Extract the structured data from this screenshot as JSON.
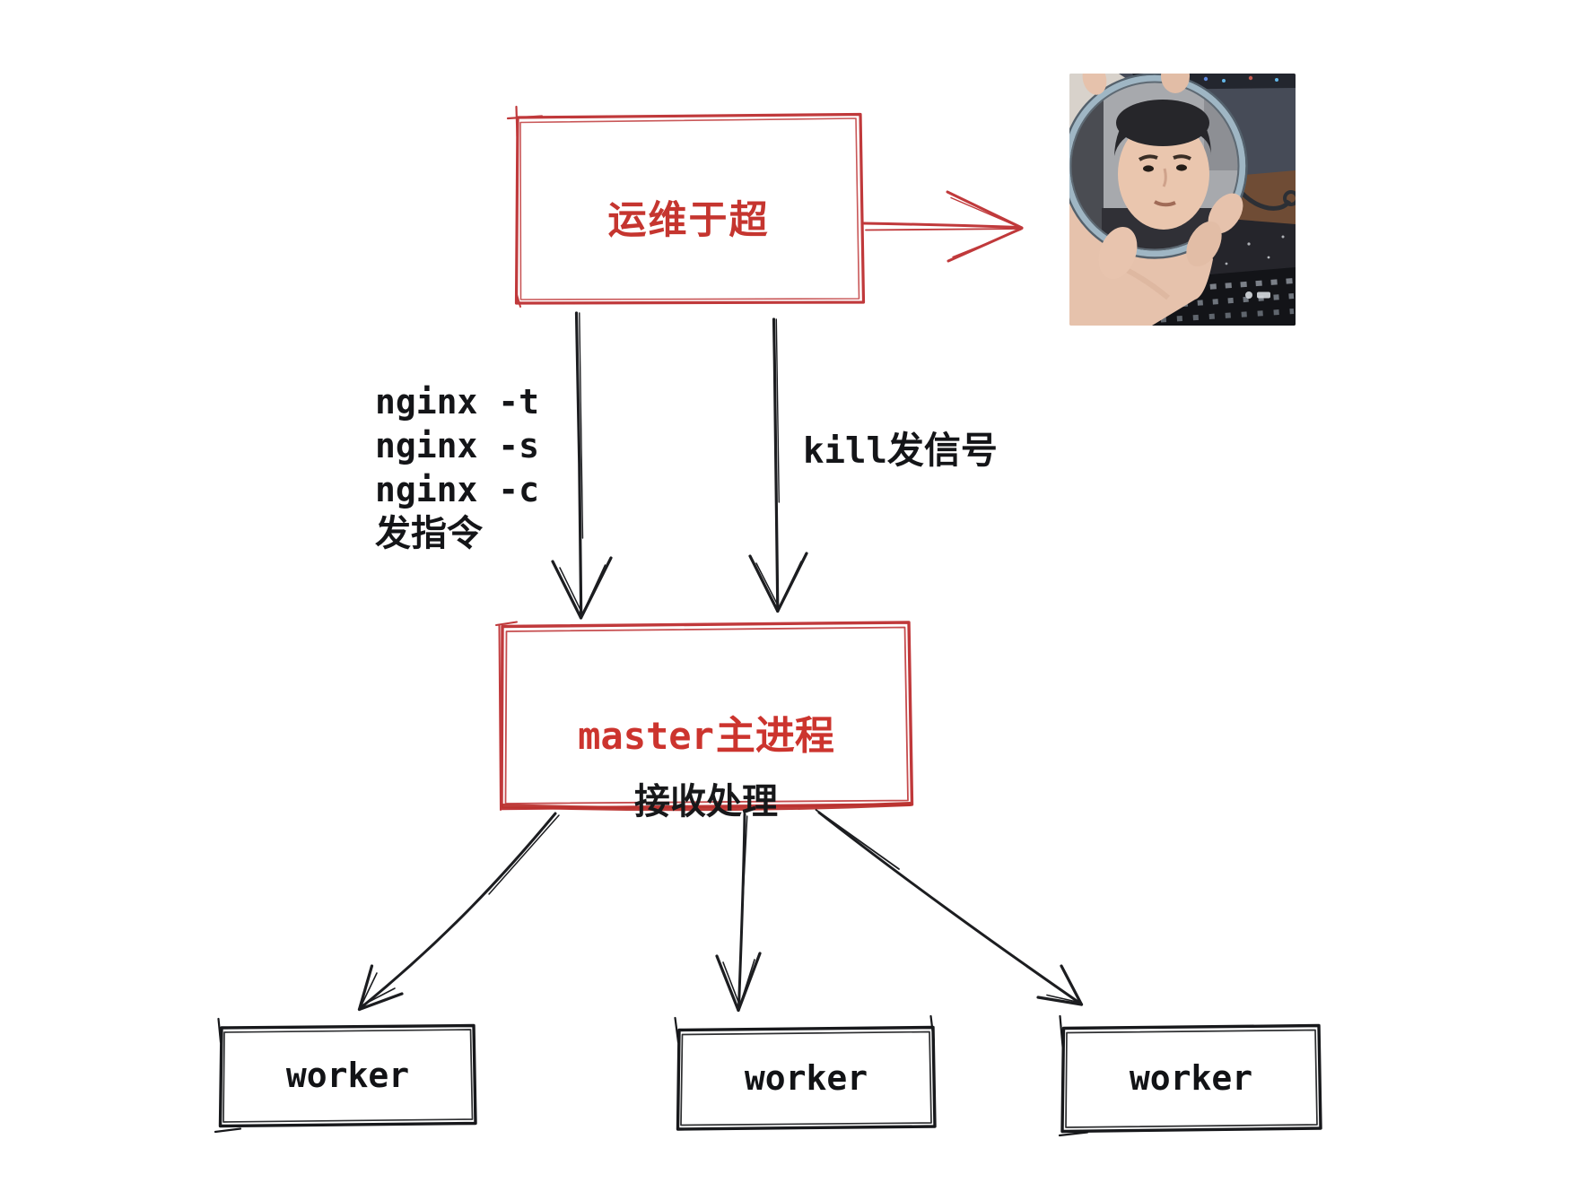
{
  "colors": {
    "accent_red_text": "#c5352f",
    "accent_red_border": "#c0393b",
    "ink_black": "#17181a"
  },
  "admin_box": {
    "label": "运维于超"
  },
  "photo": {
    "alt": "man-holding-round-mirror-meme"
  },
  "commands": {
    "lines": [
      "nginx -t",
      "nginx -s",
      "nginx -c",
      "发指令"
    ]
  },
  "kill_label": {
    "code": "kill",
    "text": "发信号"
  },
  "master_box": {
    "name": "master",
    "name_zh": "主进程",
    "subtitle": "接收处理"
  },
  "workers": {
    "labels": [
      "worker",
      "worker",
      "worker"
    ]
  }
}
